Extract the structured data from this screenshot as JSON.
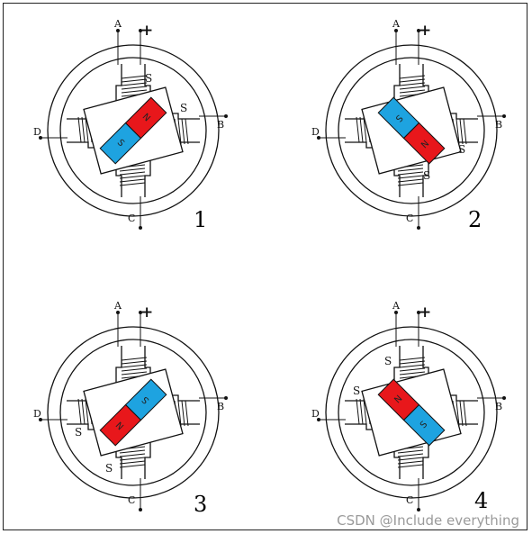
{
  "terminals": {
    "a": "A",
    "b": "B",
    "c": "C",
    "d": "D",
    "plus": "+"
  },
  "pole_letter": "S",
  "magnet": {
    "north_letter": "N",
    "south_letter": "S",
    "north_color": "#e8171b",
    "south_color": "#1ea3e0"
  },
  "steps": [
    {
      "number": "1",
      "energized": [
        "top",
        "right"
      ],
      "magnet_angle_deg": -45,
      "north_toward": "top-right"
    },
    {
      "number": "2",
      "energized": [
        "right",
        "bottom"
      ],
      "magnet_angle_deg": 45,
      "north_toward": "bottom-right"
    },
    {
      "number": "3",
      "energized": [
        "bottom",
        "left"
      ],
      "magnet_angle_deg": -45,
      "north_toward": "bottom-left"
    },
    {
      "number": "4",
      "energized": [
        "left",
        "top"
      ],
      "magnet_angle_deg": 45,
      "north_toward": "top-left"
    }
  ],
  "watermark": "CSDN @Include everything"
}
